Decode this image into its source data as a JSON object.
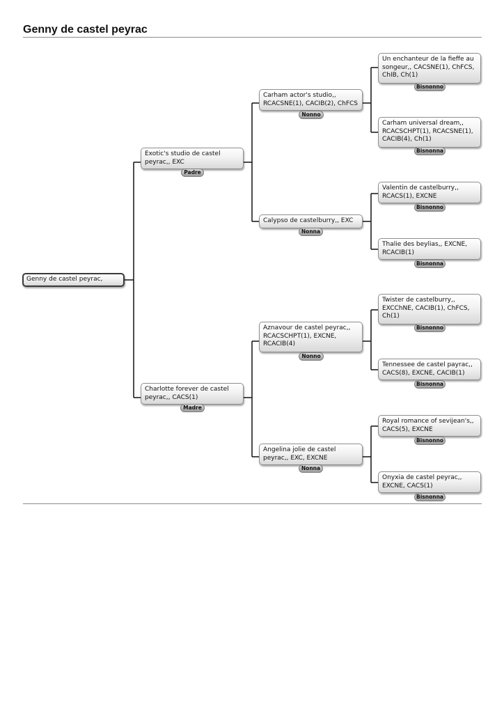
{
  "page": {
    "title": "Genny de castel peyrac"
  },
  "subject": {
    "name": "Genny de castel peyrac,"
  },
  "parents": {
    "father": {
      "name": "Exotic's studio de castel peyrac,, EXC",
      "role": "Padre"
    },
    "mother": {
      "name": "Charlotte forever de castel peyrac,, CACS(1)",
      "role": "Madre"
    }
  },
  "grandparents": {
    "pgf": {
      "name": "Carham actor's studio,, RCACSNE(1), CACIB(2), ChFCS",
      "role": "Nonno"
    },
    "pgm": {
      "name": "Calypso de castelburry,, EXC",
      "role": "Nonna"
    },
    "mgf": {
      "name": "Aznavour de castel peyrac,, RCACSCHPT(1), EXCNE, RCACIB(4)",
      "role": "Nonno"
    },
    "mgm": {
      "name": "Angelina jolie de castel peyrac,, EXC, EXCNE",
      "role": "Nonna"
    }
  },
  "great_grandparents": {
    "g1": {
      "name": "Un enchanteur de la fieffe au songeur,, CACSNE(1), ChFCS, ChIB, Ch(1)",
      "role": "Bisnonno"
    },
    "g2": {
      "name": "Carham universal dream,, RCACSCHPT(1), RCACSNE(1), CACIB(4), Ch(1)",
      "role": "Bisnonna"
    },
    "g3": {
      "name": "Valentin de castelburry,, RCACS(1), EXCNE",
      "role": "Bisnonno"
    },
    "g4": {
      "name": "Thalie des beylias,, EXCNE, RCACIB(1)",
      "role": "Bisnonna"
    },
    "g5": {
      "name": "Twister de castelburry,, EXCChNE, CACIB(1), ChFCS, Ch(1)",
      "role": "Bisnonno"
    },
    "g6": {
      "name": "Tennessee de castel payrac,, CACS(8), EXCNE, CACIB(1)",
      "role": "Bisnonna"
    },
    "g7": {
      "name": "Royal romance of sevijean's,, CACS(5), EXCNE",
      "role": "Bisnonno"
    },
    "g8": {
      "name": "Onyxia de castel peyrac,, EXCNE, CACS(1)",
      "role": "Bisnonna"
    }
  }
}
